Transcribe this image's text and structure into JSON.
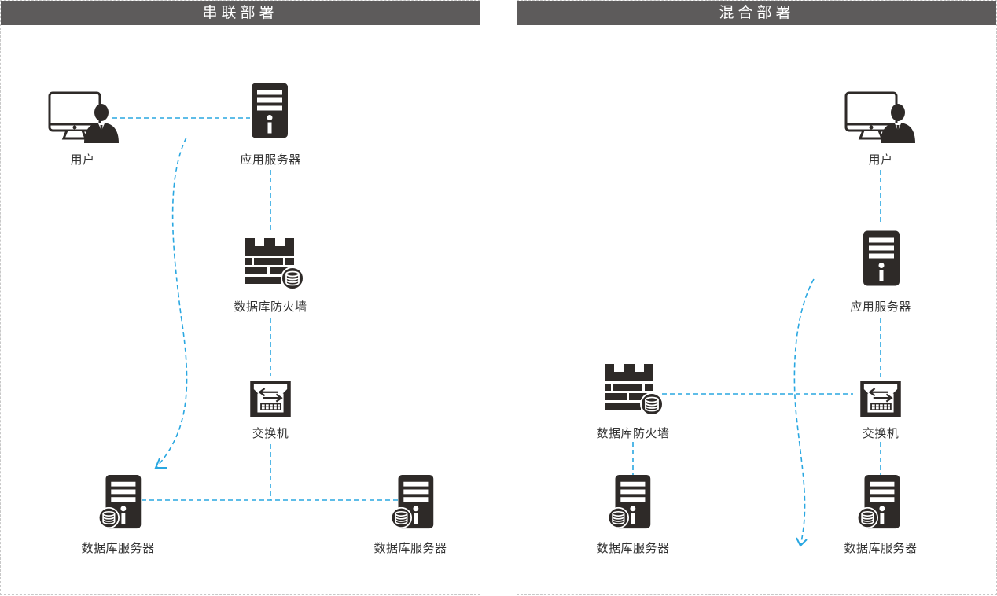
{
  "colors": {
    "header_bg": "#5d5b5b",
    "header_text": "#ffffff",
    "icon": "#2e2a28",
    "link_line": "#29a7e1",
    "panel_border": "#c8c8c8",
    "label_text": "#333333"
  },
  "panels": [
    {
      "title": "串联部署",
      "nodes": {
        "user": {
          "label": "用户",
          "icon": "user-computer-icon"
        },
        "app_server": {
          "label": "应用服务器",
          "icon": "server-icon"
        },
        "db_firewall": {
          "label": "数据库防火墙",
          "icon": "database-firewall-icon"
        },
        "switch": {
          "label": "交换机",
          "icon": "switch-icon"
        },
        "db_server_1": {
          "label": "数据库服务器",
          "icon": "database-server-icon"
        },
        "db_server_2": {
          "label": "数据库服务器",
          "icon": "database-server-icon"
        }
      },
      "links": [
        [
          "user",
          "app_server"
        ],
        [
          "app_server",
          "db_firewall"
        ],
        [
          "db_firewall",
          "switch"
        ],
        [
          "switch",
          "db_server_1"
        ],
        [
          "switch",
          "db_server_2"
        ]
      ],
      "flow_arrow": {
        "from": "user",
        "to": "db_server_1",
        "style": "dashed-curve"
      }
    },
    {
      "title": "混合部署",
      "nodes": {
        "user": {
          "label": "用户",
          "icon": "user-computer-icon"
        },
        "app_server": {
          "label": "应用服务器",
          "icon": "server-icon"
        },
        "db_firewall": {
          "label": "数据库防火墙",
          "icon": "database-firewall-icon"
        },
        "switch": {
          "label": "交换机",
          "icon": "switch-icon"
        },
        "db_server_1": {
          "label": "数据库服务器",
          "icon": "database-server-icon"
        },
        "db_server_2": {
          "label": "数据库服务器",
          "icon": "database-server-icon"
        }
      },
      "links": [
        [
          "user",
          "app_server"
        ],
        [
          "app_server",
          "switch"
        ],
        [
          "switch",
          "db_firewall"
        ],
        [
          "db_firewall",
          "db_server_1"
        ],
        [
          "switch",
          "db_server_2"
        ]
      ],
      "flow_arrow": {
        "from": "app_server",
        "to": "bottom",
        "style": "dashed-curve"
      }
    }
  ]
}
